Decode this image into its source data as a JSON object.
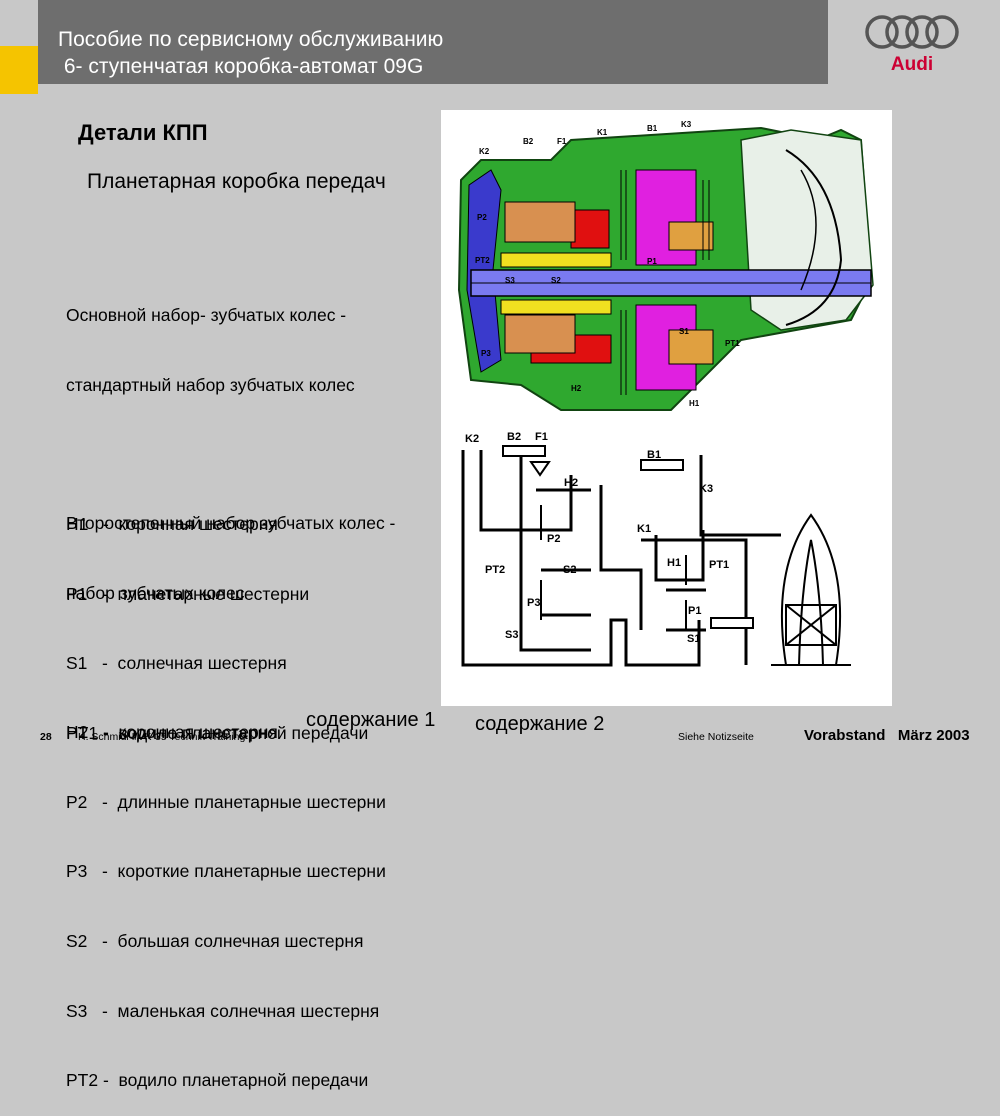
{
  "header": {
    "title_line1": "Пособие по сервисному обслуживанию",
    "title_line2": " 6- ступенчатая коробка-автомат 09G",
    "logo_text": "Audi"
  },
  "slide": {
    "title": "Детали КПП",
    "subtitle": "Планетарная коробка передач"
  },
  "primary_set": {
    "heading": [
      "Основной набор- зубчатых колес -",
      "стандартный набор зубчатых колес"
    ],
    "items": [
      "H1   -  коронная шестерня",
      "P1   -  планетарные шестерни",
      "S1   -  солнечная шестерня",
      "PT1 -  водило планетарной передачи"
    ]
  },
  "secondary_set": {
    "heading": [
      "Второстепенный набор зубчатых колес -",
      "набор зубчатых колес"
    ],
    "items": [
      "H2   -  коронная шестерня",
      "P2   -  длинные планетарные шестерни",
      "P3   -  короткие планетарные шестерни",
      "S2   -  большая солнечная шестерня",
      "S3   -  маленькая солнечная шестерня",
      "PT2 -  водило планетарной передачи"
    ]
  },
  "cutaway_labels": {
    "k2": "K2",
    "b2": "B2",
    "f1": "F1",
    "k1": "K1",
    "b1": "B1",
    "k3": "K3",
    "p2": "P2",
    "pt2": "PT2",
    "s3": "S3",
    "s2": "S2",
    "p3": "P3",
    "h2": "H2",
    "p1": "P1",
    "s1": "S1",
    "pt1": "PT1",
    "h1": "H1"
  },
  "schematic_labels": {
    "k2": "K2",
    "b2": "B2",
    "f1": "F1",
    "b1": "B1",
    "k3": "K3",
    "h2": "H2",
    "k1": "K1",
    "p2": "P2",
    "pt2": "PT2",
    "s2": "S2",
    "h1": "H1",
    "pt1": "PT1",
    "p3": "P3",
    "p1": "P1",
    "s3": "S3",
    "s1": "S1"
  },
  "footer": {
    "link1": "содержание 1",
    "link2": "содержание 2",
    "page_number": "28",
    "author": "H. Schmidl I/VK-35  Technik Training",
    "notes": "Siehe Notizseite",
    "status": "Vorabstand   März 2003"
  },
  "colors": {
    "header_bg": "#6e6e6e",
    "accent": "#f5c400",
    "logo_red": "#cc0033",
    "green": "#2fa82f",
    "blue": "#3a3acc",
    "magenta": "#e020e0",
    "red": "#e01010"
  }
}
